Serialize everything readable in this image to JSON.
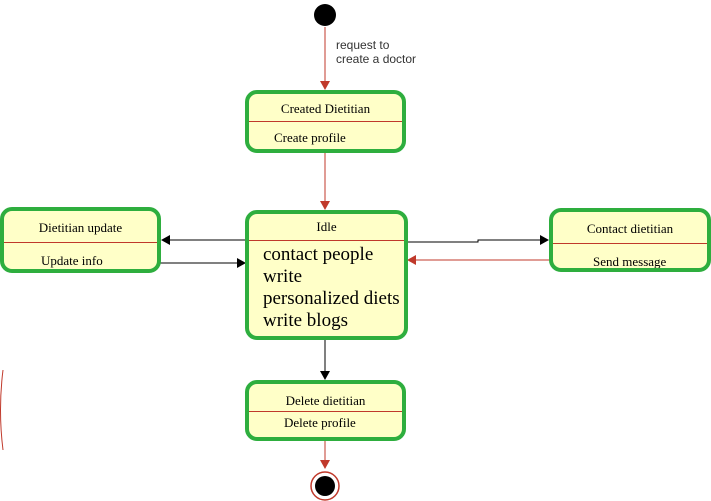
{
  "diagram": {
    "start_label_line1": "request to",
    "start_label_line2": "create a doctor",
    "states": {
      "created": {
        "title": "Created Dietitian",
        "action": "Create profile"
      },
      "idle": {
        "title": "Idle",
        "actions": [
          "contact people",
          "write",
          "personalized diets",
          "write blogs"
        ]
      },
      "update": {
        "title": "Dietitian update",
        "action": "Update info"
      },
      "contact": {
        "title": "Contact dietitian",
        "action": "Send message"
      },
      "delete": {
        "title": "Delete dietitian",
        "action": "Delete profile"
      }
    },
    "colors": {
      "state_fill": "#ffffc8",
      "state_border": "#2eae3e",
      "red_arrow": "#c0392b",
      "black_arrow": "#000000"
    }
  }
}
